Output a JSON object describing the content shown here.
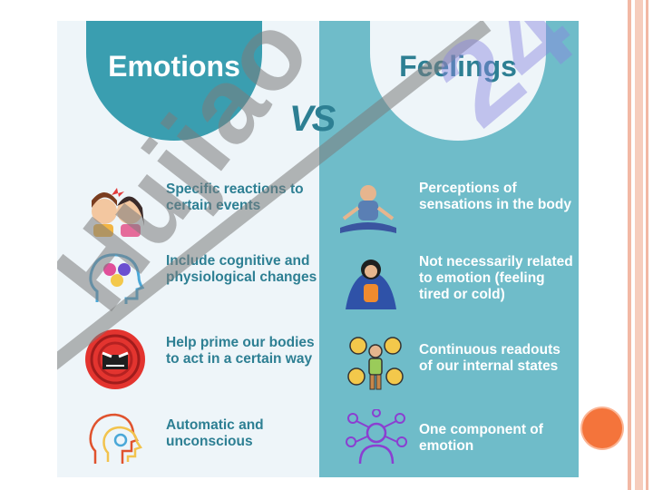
{
  "emotions": {
    "title": "Emotions",
    "items": [
      {
        "text": "Specific reactions to certain events",
        "icon": "two-faces-angry-icon"
      },
      {
        "text": "Include cognitive and physiological changes",
        "icon": "head-emoji-icon"
      },
      {
        "text": "Help prime our bodies to act in a certain way",
        "icon": "angry-face-icon"
      },
      {
        "text": "Automatic and unconscious",
        "icon": "two-heads-outline-icon"
      }
    ]
  },
  "vs": "VS",
  "feelings": {
    "title": "Feelings",
    "items": [
      {
        "text": "Perceptions of sensations in the body",
        "icon": "meditating-person-icon"
      },
      {
        "text": "Not necessarily related to emotion (feeling tired or cold)",
        "icon": "cold-person-blanket-icon"
      },
      {
        "text": "Continuous readouts of our internal states",
        "icon": "person-emoji-faces-icon"
      },
      {
        "text": "One component of emotion",
        "icon": "person-network-icon"
      }
    ]
  },
  "watermark": "Hujiao",
  "watermark_mark": "24",
  "colors": {
    "teal_dark": "#2d7f93",
    "teal_light": "#6fbcc9",
    "accent_orange": "#f4743b"
  }
}
